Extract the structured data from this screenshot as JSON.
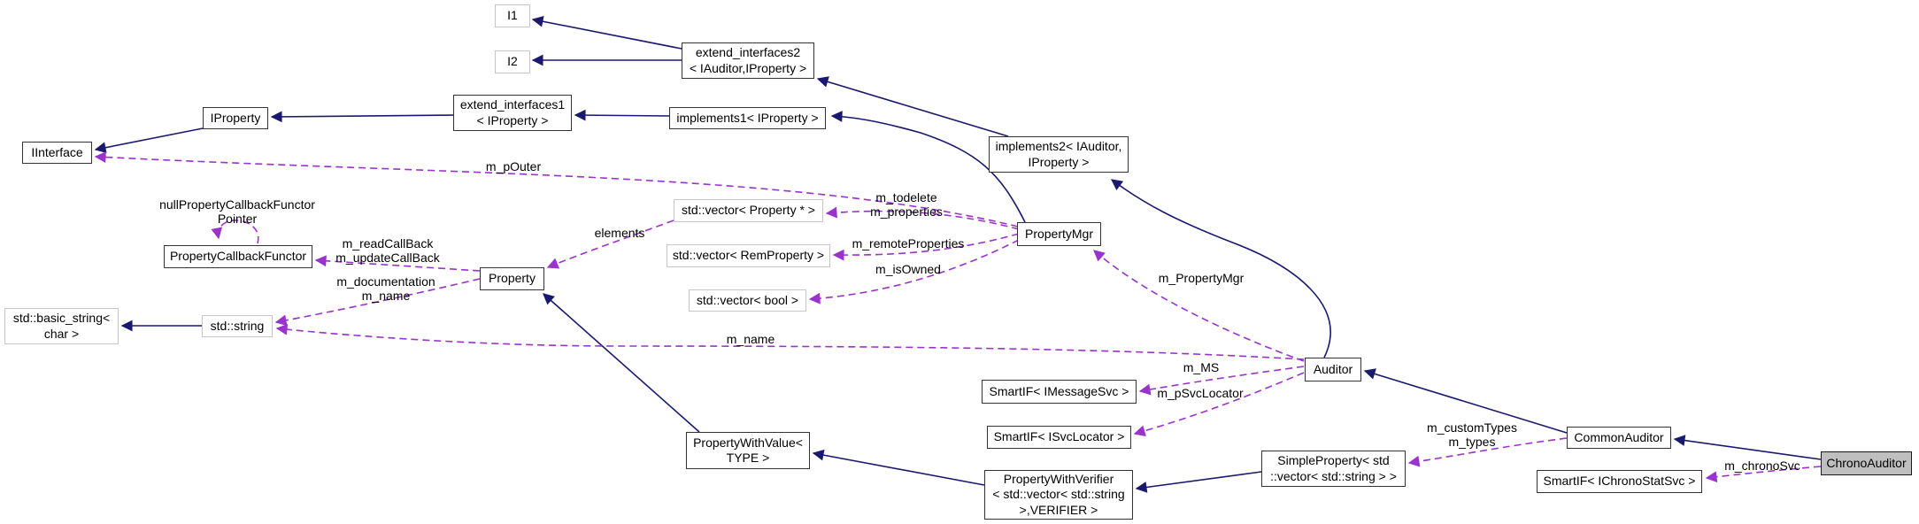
{
  "diagram": {
    "type": "class-collaboration-diagram",
    "background": "#ffffff",
    "colors": {
      "inheritance_edge": "#191970",
      "collaboration_edge": "#9a32cd",
      "node_border": "#333333",
      "external_node_border": "#c6c6c6",
      "current_node_fill": "#bfbfbf",
      "text": "#000000"
    },
    "nodes": [
      {
        "id": "i1",
        "label": "I1"
      },
      {
        "id": "i2",
        "label": "I2"
      },
      {
        "id": "extend_interfaces2",
        "label": "extend_interfaces2\n< IAuditor,IProperty >"
      },
      {
        "id": "iproperty",
        "label": "IProperty"
      },
      {
        "id": "extend_interfaces1",
        "label": "extend_interfaces1\n< IProperty >"
      },
      {
        "id": "implements1",
        "label": "implements1< IProperty >"
      },
      {
        "id": "iinterface",
        "label": "IInterface"
      },
      {
        "id": "implements2",
        "label": "implements2< IAuditor,\nIProperty >"
      },
      {
        "id": "property_callback_functor",
        "label": "PropertyCallbackFunctor"
      },
      {
        "id": "vector_property_ptr",
        "label": "std::vector< Property * >"
      },
      {
        "id": "propertymgr",
        "label": "PropertyMgr"
      },
      {
        "id": "vector_remproperty",
        "label": "std::vector< RemProperty >"
      },
      {
        "id": "property",
        "label": "Property"
      },
      {
        "id": "vector_bool",
        "label": "std::vector< bool >"
      },
      {
        "id": "basic_string",
        "label": "std::basic_string<\nchar >"
      },
      {
        "id": "std_string",
        "label": "std::string"
      },
      {
        "id": "smartif_imessagesvc",
        "label": "SmartIF< IMessageSvc >"
      },
      {
        "id": "smartif_isvclocator",
        "label": "SmartIF< ISvcLocator >"
      },
      {
        "id": "auditor",
        "label": "Auditor"
      },
      {
        "id": "property_with_value",
        "label": "PropertyWithValue<\nTYPE >"
      },
      {
        "id": "property_with_verifier",
        "label": "PropertyWithVerifier\n< std::vector< std::string\n>,VERIFIER >"
      },
      {
        "id": "simple_property",
        "label": "SimpleProperty< std\n::vector< std::string > >"
      },
      {
        "id": "common_auditor",
        "label": "CommonAuditor"
      },
      {
        "id": "smartif_ichronostatsvc",
        "label": "SmartIF< IChronoStatSvc >"
      },
      {
        "id": "chrono_auditor",
        "label": "ChronoAuditor"
      }
    ],
    "edge_labels": [
      {
        "id": "m_pouter",
        "text": "m_pOuter"
      },
      {
        "id": "m_todelete_m_properties",
        "text": "m_todelete\nm_properties"
      },
      {
        "id": "elements",
        "text": "elements"
      },
      {
        "id": "m_remoteproperties",
        "text": "m_remoteProperties"
      },
      {
        "id": "m_isowned",
        "text": "m_isOwned"
      },
      {
        "id": "m_readcallback_m_updatecallback",
        "text": "m_readCallBack\nm_updateCallBack"
      },
      {
        "id": "m_documentation_m_name",
        "text": "m_documentation\nm_name"
      },
      {
        "id": "null_property_callback_functor_pointer",
        "text": "nullPropertyCallbackFunctor\nPointer"
      },
      {
        "id": "m_propertymgr",
        "text": "m_PropertyMgr"
      },
      {
        "id": "m_ms",
        "text": "m_MS"
      },
      {
        "id": "m_psvclocator",
        "text": "m_pSvcLocator"
      },
      {
        "id": "m_name",
        "text": "m_name"
      },
      {
        "id": "m_customtypes_m_types",
        "text": "m_customTypes\nm_types"
      },
      {
        "id": "m_chronosvc",
        "text": "m_chronoSvc"
      }
    ]
  }
}
